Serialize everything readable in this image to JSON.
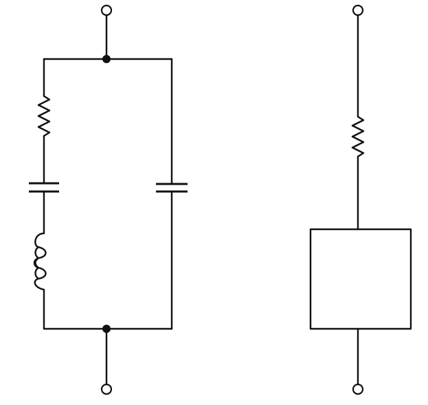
{
  "diagram": {
    "colors": {
      "ink": "#111111",
      "paper": "#ffffff"
    },
    "circuits": [
      {
        "id": "equivalent-circuit",
        "terminals": [
          "top",
          "bottom"
        ],
        "topology": "parallel",
        "branches": [
          {
            "id": "motional-arm",
            "components": [
              "resistor",
              "capacitor",
              "inductor"
            ]
          },
          {
            "id": "shunt-arm",
            "components": [
              "capacitor"
            ]
          }
        ]
      },
      {
        "id": "block-symbol",
        "terminals": [
          "top",
          "bottom"
        ],
        "topology": "series",
        "components": [
          "resistor",
          "block"
        ]
      }
    ]
  }
}
